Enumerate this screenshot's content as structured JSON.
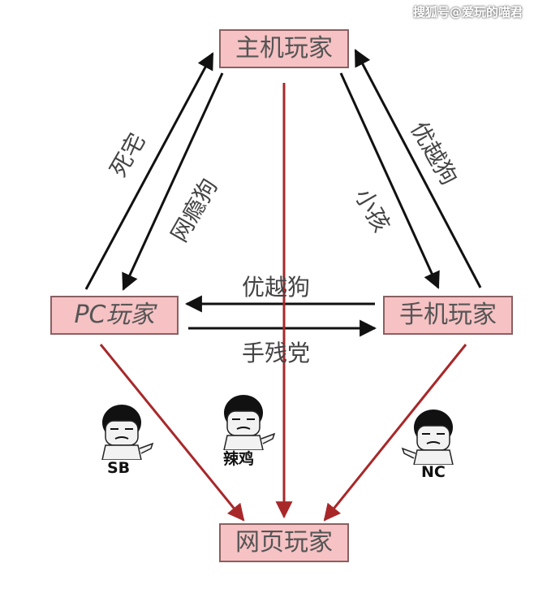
{
  "watermark": "搜狐号@爱玩的喵君",
  "nodes": {
    "host": "主机玩家",
    "pc": "PC玩家",
    "mobile": "手机玩家",
    "web": "网页玩家"
  },
  "edge_labels": {
    "pc_to_host": "死宅",
    "host_to_pc": "网瘾狗",
    "host_to_mobile": "小孩",
    "mobile_to_host": "优越狗",
    "mobile_to_pc": "优越狗",
    "pc_to_mobile": "手残党"
  },
  "meme_captions": {
    "pc_to_web": "SB",
    "host_to_web": "辣鸡",
    "mobile_to_web": "NC"
  },
  "colors": {
    "node_fill": "#f6c2c4",
    "black_arrow": "#111111",
    "red_arrow": "#a8282a"
  }
}
